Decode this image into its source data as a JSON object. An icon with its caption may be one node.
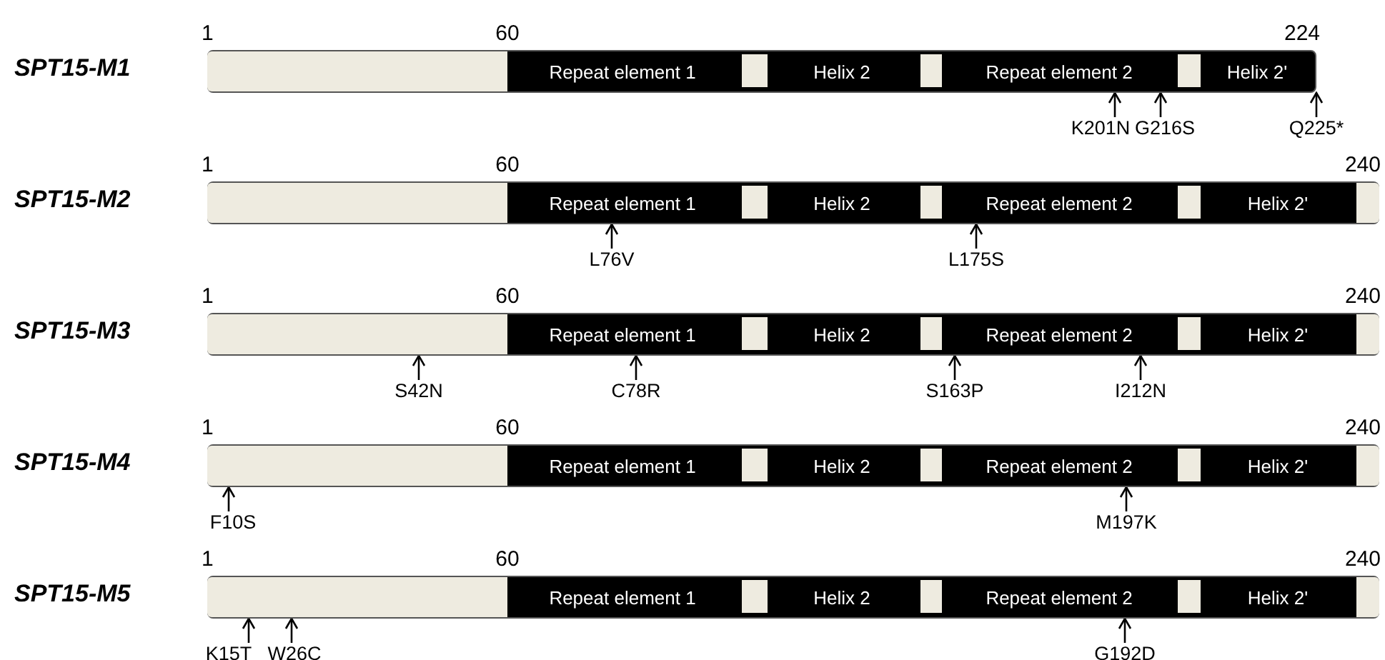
{
  "diagram": {
    "nodes": [
      {
        "text": [],
        "shape": "bar",
        "beside": [
          "SPT15-M1"
        ]
      },
      {
        "text": [],
        "shape": "bar",
        "in": 0
      },
      {
        "text": [
          "Repeat element 1"
        ],
        "in": 0
      },
      {
        "text": [],
        "shape": "bar",
        "in": 0
      },
      {
        "text": [
          "Helix 2"
        ],
        "in": 0
      },
      {
        "text": [],
        "shape": "bar",
        "in": 0
      },
      {
        "text": [
          "Repeat element 2"
        ],
        "in": 0
      },
      {
        "text": [],
        "shape": "bar",
        "in": 0
      },
      {
        "text": [
          "Helix 2'"
        ],
        "in": 0
      },
      {
        "text": [],
        "shape": "bar",
        "beside": [
          "SPT15-M2"
        ]
      },
      {
        "text": [],
        "shape": "bar",
        "in": 9
      },
      {
        "text": [
          "Repeat element 1"
        ],
        "in": 9
      },
      {
        "text": [],
        "shape": "bar",
        "in": 9
      },
      {
        "text": [
          "Helix 2"
        ],
        "in": 9
      },
      {
        "text": [],
        "shape": "bar",
        "in": 9
      },
      {
        "text": [
          "Repeat element 2"
        ],
        "in": 9
      },
      {
        "text": [],
        "shape": "bar",
        "in": 9
      },
      {
        "text": [
          "Helix 2'"
        ],
        "in": 9
      },
      {
        "text": [],
        "shape": "bar",
        "in": 9
      },
      {
        "text": [],
        "shape": "bar",
        "beside": [
          "SPT15-M3"
        ]
      },
      {
        "text": [],
        "shape": "bar",
        "in": 19
      },
      {
        "text": [
          "Repeat element 1"
        ],
        "in": 19
      },
      {
        "text": [],
        "shape": "bar",
        "in": 19
      },
      {
        "text": [
          "Helix 2"
        ],
        "in": 19
      },
      {
        "text": [],
        "shape": "bar",
        "in": 19
      },
      {
        "text": [
          "Repeat element 2"
        ],
        "in": 19
      },
      {
        "text": [],
        "shape": "bar",
        "in": 19
      },
      {
        "text": [
          "Helix 2'"
        ],
        "in": 19
      },
      {
        "text": [],
        "shape": "bar",
        "in": 19
      },
      {
        "text": [],
        "shape": "bar",
        "beside": [
          "SPT15-M4"
        ]
      },
      {
        "text": [],
        "shape": "bar",
        "in": 29
      },
      {
        "text": [
          "Repeat element 1"
        ],
        "in": 29
      },
      {
        "text": [],
        "shape": "bar",
        "in": 29
      },
      {
        "text": [
          "Helix 2"
        ],
        "in": 29
      },
      {
        "text": [],
        "shape": "bar",
        "in": 29
      },
      {
        "text": [
          "Repeat element 2"
        ],
        "in": 29
      },
      {
        "text": [],
        "shape": "bar",
        "in": 29
      },
      {
        "text": [
          "Helix 2'"
        ],
        "in": 29
      },
      {
        "text": [],
        "shape": "bar",
        "in": 29
      },
      {
        "text": [],
        "shape": "bar",
        "beside": [
          "SPT15-M5"
        ]
      },
      {
        "text": [],
        "shape": "bar",
        "in": 39
      },
      {
        "text": [
          "Repeat element 1"
        ],
        "in": 39
      },
      {
        "text": [],
        "shape": "bar",
        "in": 39
      },
      {
        "text": [
          "Helix 2"
        ],
        "in": 39
      },
      {
        "text": [],
        "shape": "bar",
        "in": 39
      },
      {
        "text": [
          "Repeat element 2"
        ],
        "in": 39
      },
      {
        "text": [],
        "shape": "bar",
        "in": 39
      },
      {
        "text": [
          "Helix 2'"
        ],
        "in": 39
      },
      {
        "text": [],
        "shape": "bar",
        "in": 39
      },
      {
        "text": [
          "K201N"
        ]
      },
      {
        "text": [
          "G216S"
        ]
      },
      {
        "text": [
          "Q225*"
        ]
      },
      {
        "text": [
          "L76V"
        ]
      },
      {
        "text": [
          "L175S"
        ]
      },
      {
        "text": [
          "S42N"
        ]
      },
      {
        "text": [
          "C78R"
        ]
      },
      {
        "text": [
          "S163P"
        ]
      },
      {
        "text": [
          "I212N"
        ]
      },
      {
        "text": [
          "F10S"
        ]
      },
      {
        "text": [
          "M197K"
        ]
      },
      {
        "text": [
          "K15T"
        ]
      },
      {
        "text": [
          "W26C"
        ]
      },
      {
        "text": [
          "G192D"
        ]
      }
    ],
    "edges": [
      {
        "from": 49,
        "to": 6,
        "arrow": "to"
      },
      {
        "from": 50,
        "to": 6,
        "arrow": "to"
      },
      {
        "from": 51,
        "to": 8,
        "arrow": "to"
      },
      {
        "from": 52,
        "to": 11,
        "arrow": "to"
      },
      {
        "from": 53,
        "to": 15,
        "arrow": "to"
      },
      {
        "from": 54,
        "to": 20,
        "arrow": "to"
      },
      {
        "from": 55,
        "to": 21,
        "arrow": "to"
      },
      {
        "from": 56,
        "to": 25,
        "arrow": "to"
      },
      {
        "from": 57,
        "to": 25,
        "arrow": "to"
      },
      {
        "from": 58,
        "to": 30,
        "arrow": "to"
      },
      {
        "from": 59,
        "to": 35,
        "arrow": "to"
      },
      {
        "from": 60,
        "to": 40,
        "arrow": "to"
      },
      {
        "from": 61,
        "to": 40,
        "arrow": "to"
      },
      {
        "from": 62,
        "to": 45,
        "arrow": "to"
      }
    ],
    "labels": [
      "1",
      "60",
      "224",
      "1",
      "60",
      "240",
      "1",
      "60",
      "240",
      "1",
      "60",
      "240",
      "1",
      "60",
      "240"
    ]
  }
}
